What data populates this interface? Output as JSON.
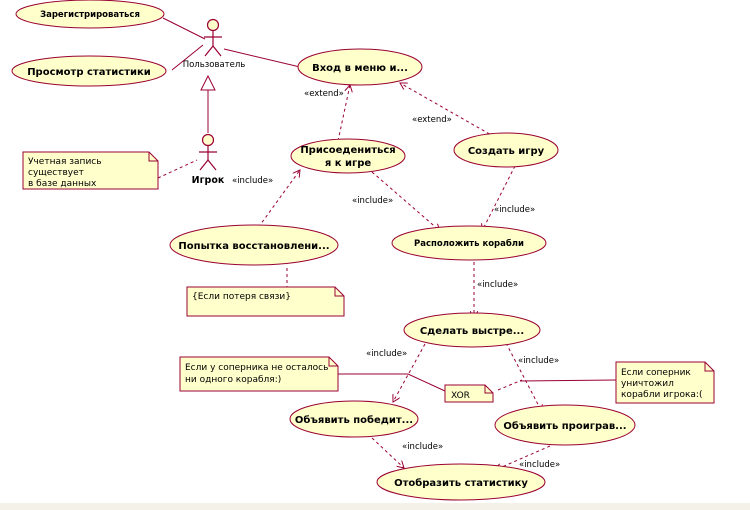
{
  "actors": {
    "user": "Пользователь",
    "player": "Игрок"
  },
  "use_cases": {
    "register": "Зарегистрироваться",
    "view_stats": "Просмотр статистики",
    "menu_login": "Вход в меню и...",
    "join_game_line1": "Присоедениться",
    "join_game_line2": "я к игре",
    "create_game": "Создать игру",
    "restore_attempt": "Попытка восстановлени...",
    "place_ships": "Расположить корабли",
    "make_shot": "Сделать выстре...",
    "declare_win": "Объявить победит...",
    "declare_loss": "Объявить проиграв...",
    "show_stats": "Отобразить статистику"
  },
  "stereotypes": {
    "extend": "«extend»",
    "include": "«include»"
  },
  "notes": {
    "account_line1": "Учетная запись",
    "account_line2": "существует",
    "account_line3": "в базе данных",
    "lost_connection": "{Если потеря связи}",
    "no_ships_line1": "Если у соперника не осталось",
    "no_ships_line2": "ни одного корабля:)",
    "xor": "XOR",
    "destroyed_line1": "Если соперник",
    "destroyed_line2": "уничтожил",
    "destroyed_line3": "корабли игрока:("
  },
  "colors": {
    "use_case_fill": "#ffffcc",
    "stroke": "#990033"
  }
}
